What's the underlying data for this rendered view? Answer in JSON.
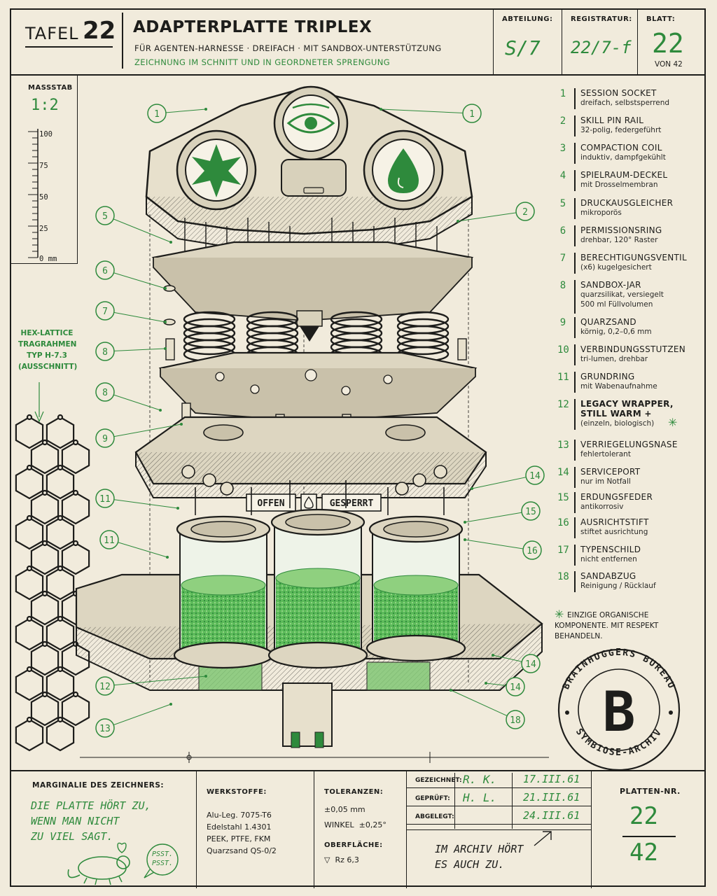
{
  "header": {
    "tafel_label": "TAFEL",
    "tafel_number": "22",
    "title": "ADAPTERPLATTE TRIPLEX",
    "subtitle": "FÜR AGENTEN-HARNESSE · DREIFACH · MIT SANDBOX-UNTERSTÜTZUNG",
    "subtitle2": "ZEICHNUNG IM SCHNITT UND IN GEORDNETER SPRENGUNG",
    "abteilung_label": "ABTEILUNG:",
    "abteilung_value": "S/7",
    "registratur_label": "REGISTRATUR:",
    "registratur_value": "22/7-f",
    "blatt_label": "BLATT:",
    "blatt_value": "22",
    "blatt_von": "VON 42"
  },
  "scale": {
    "label": "MASSSTAB",
    "value": "1:2",
    "ticks": [
      "100",
      "75",
      "50",
      "25",
      "0 mm"
    ]
  },
  "lattice_note": [
    "HEX-LATTICE",
    "TRAGRAHMEN",
    "TYP H-7.3",
    "(AUSSCHNITT)"
  ],
  "legend": [
    {
      "num": "1",
      "title": "SESSION SOCKET",
      "sub": "dreifach, selbstsperrend"
    },
    {
      "num": "2",
      "title": "SKILL PIN RAIL",
      "sub": "32-polig, federgeführt"
    },
    {
      "num": "3",
      "title": "COMPACTION COIL",
      "sub": "induktiv, dampfgekühlt"
    },
    {
      "num": "4",
      "title": "SPIELRAUM-DECKEL",
      "sub": "mit Drosselmembran"
    },
    {
      "num": "5",
      "title": "DRUCKAUSGLEICHER",
      "sub": "mikroporös"
    },
    {
      "num": "6",
      "title": "PERMISSIONSRING",
      "sub": "drehbar, 120° Raster"
    },
    {
      "num": "7",
      "title": "BERECHTIGUNGSVENTIL",
      "sub": "(x6) kugelgesichert"
    },
    {
      "num": "8",
      "title": "SANDBOX-JAR",
      "sub": "quarzsilikat, versiegelt",
      "sub2": "500 ml Füllvolumen"
    },
    {
      "num": "9",
      "title": "QUARZSAND",
      "sub": "körnig, 0,2–0,6 mm"
    },
    {
      "num": "10",
      "title": "VERBINDUNGSSTUTZEN",
      "sub": "tri-lumen, drehbar"
    },
    {
      "num": "11",
      "title": "GRUNDRING",
      "sub": "mit Wabenaufnahme"
    },
    {
      "num": "12",
      "title": "LEGACY WRAPPER,",
      "title2": "STILL WARM +",
      "sub": "(einzeln, biologisch)"
    },
    {
      "num": "13",
      "title": "VERRIEGELUNGSNASE",
      "sub": "fehlertolerant"
    },
    {
      "num": "14",
      "title": "SERVICEPORT",
      "sub": "nur im Notfall"
    },
    {
      "num": "15",
      "title": "ERDUNGSFEDER",
      "sub": "antikorrosiv"
    },
    {
      "num": "16",
      "title": "AUSRICHTSTIFT",
      "sub": "stiftet ausrichtung"
    },
    {
      "num": "17",
      "title": "TYPENSCHILD",
      "sub": "nicht entfernen"
    },
    {
      "num": "18",
      "title": "SANDABZUG",
      "sub": "Reinigung / Rücklauf"
    }
  ],
  "organic_note": [
    "EINZIGE ORGANISCHE",
    "KOMPONENTE. MIT RESPEKT",
    "BEHANDELN."
  ],
  "stamp": {
    "top": "BRAINHUGGERS BUREAU",
    "bottom": "SYMBIOSE-ARCHIV",
    "letter": "B"
  },
  "diagram_labels": {
    "offen": "OFFEN",
    "gesperrt": "GESPERRT",
    "callouts": [
      "1",
      "1",
      "2",
      "5",
      "6",
      "7",
      "8",
      "8",
      "9",
      "11",
      "11",
      "14",
      "15",
      "16",
      "14",
      "14",
      "12",
      "13",
      "18"
    ]
  },
  "footer": {
    "marginalie_label": "MARGINALIE DES ZEICHNERS:",
    "marginalie_lines": [
      "DIE PLATTE HÖRT ZU,",
      "WENN MAN NICHT",
      "ZU VIEL SAGT."
    ],
    "psst": [
      "PSST.",
      "PSST."
    ],
    "werkstoffe_label": "WERKSTOFFE:",
    "werkstoffe": [
      "Alu-Leg. 7075-T6",
      "Edelstahl 1.4301",
      "PEEK, PTFE, FKM",
      "Quarzsand QS-0/2"
    ],
    "toleranzen_label": "TOLERANZEN:",
    "toleranz1": "±0,05  mm",
    "toleranz2_label": "WINKEL",
    "toleranz2": "±0,25°",
    "oberflaeche_label": "OBERFLÄCHE:",
    "oberflaeche": "Rz 6,3",
    "gezeichnet_label": "GEZEICHNET:",
    "gezeichnet_name": "R. K.",
    "gezeichnet_date": "17.III.61",
    "geprueft_label": "GEPRÜFT:",
    "geprueft_name": "H. L.",
    "geprueft_date": "21.III.61",
    "abgelegt_label": "ABGELEGT:",
    "abgelegt_date": "24.III.61",
    "archiv_note": [
      "IM ARCHIV HÖRT",
      "ES AUCH ZU."
    ],
    "platten_label": "PLATTEN-NR.",
    "platten_num": "22",
    "platten_total": "42"
  },
  "colors": {
    "accent": "#2e8a3c",
    "ink": "#1d1d1b",
    "paper": "#f1ebdc"
  }
}
